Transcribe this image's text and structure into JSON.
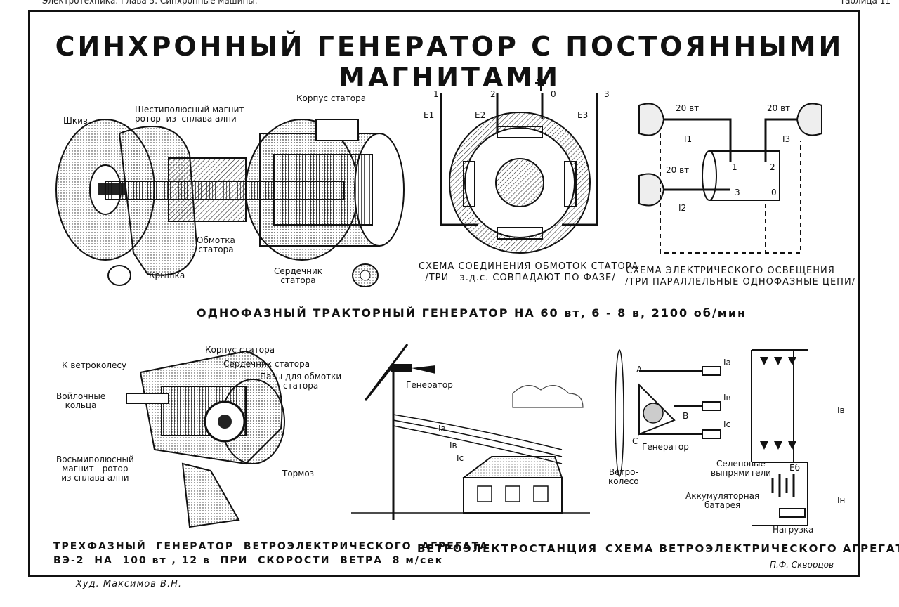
{
  "header": {
    "top_left": "Электротехника. Глава 5. Синхронные машины.",
    "top_right": "Таблица 11"
  },
  "title": "СИНХРОННЫЙ  ГЕНЕРАТОР С  ПОСТОЯННЫМИ  МАГНИТАМИ",
  "tractor_generator": {
    "labels": {
      "pulley": "Шкив",
      "rotor": "Шестиполюсный магнит-\nротор  из  сплава ални",
      "stator_case": "Корпус статора",
      "winding": "Обмотка\nстатора",
      "cover": "Крышка",
      "core": "Сердечник\nстатора"
    },
    "caption": "ОДНОФАЗНЫЙ  ТРАКТОРНЫЙ  ГЕНЕРАТОР  НА  60 вт, 6 - 8 в, 2100 об/мин"
  },
  "stator_scheme": {
    "terminals": [
      "1",
      "2",
      "0",
      "3"
    ],
    "emf": [
      "E1",
      "E2",
      "E3"
    ],
    "caption": "СХЕМА СОЕДИНЕНИЯ ОБМОТОК СТАТОРА\n/ТРИ   э.д.с. СОВПАДАЮТ ПО ФАЗЕ/"
  },
  "lighting_scheme": {
    "lamps": [
      "20 вт",
      "20 вт",
      "20 вт"
    ],
    "currents": [
      "I1",
      "I2",
      "I3"
    ],
    "terminals": [
      "1",
      "2",
      "3",
      "0"
    ],
    "caption": "СХЕМА ЭЛЕКТРИЧЕСКОГО ОСВЕЩЕНИЯ\n/ТРИ ПАРАЛЛЕЛЬНЫЕ ОДНОФАЗНЫЕ ЦЕПИ/"
  },
  "wind_generator": {
    "labels": {
      "to_wheel": "К ветроколесу",
      "felt_rings": "Войлочные\nкольца",
      "stator_case": "Корпус статора",
      "stator_core": "Сердечник статора",
      "slots": "Пазы для обмотки\nстатора",
      "rotor": "Восьмиполюсный\nмагнит - ротор\nиз сплава ални",
      "brake": "Тормоз"
    },
    "caption": "ТРЕХФАЗНЫЙ  ГЕНЕРАТОР  ВЕТРОЭЛЕКТРИЧЕСКОГО  АГРЕГАТА\nВЭ-2  НА  100 вт , 12 в  ПРИ  СКОРОСТИ  ВЕТРА  8 м/сек"
  },
  "wind_station": {
    "labels": {
      "generator": "Генератор",
      "ia": "Ia",
      "ib": "Iв",
      "ic": "Ic"
    },
    "caption": "ВЕТРОЭЛЕКТРОСТАНЦИЯ"
  },
  "wind_scheme": {
    "labels": {
      "generator": "Генератор",
      "wheel": "Ветро-\nколесо",
      "rectifiers": "Селеновые\nвыпрямители",
      "battery": "Аккумуляторная\nбатарея",
      "load": "Нагрузка",
      "a": "А",
      "b": "В",
      "c": "С",
      "ia": "Iа",
      "ib": "Iв",
      "ic": "Ic",
      "iv": "Iв",
      "in": "Iн",
      "eb": "Eб"
    },
    "caption": "СХЕМА  ВЕТРОЭЛЕКТРИЧЕСКОГО  АГРЕГАТА",
    "signature": "П.Ф. Скворцов"
  },
  "author": "Худ. Максимов В.Н."
}
